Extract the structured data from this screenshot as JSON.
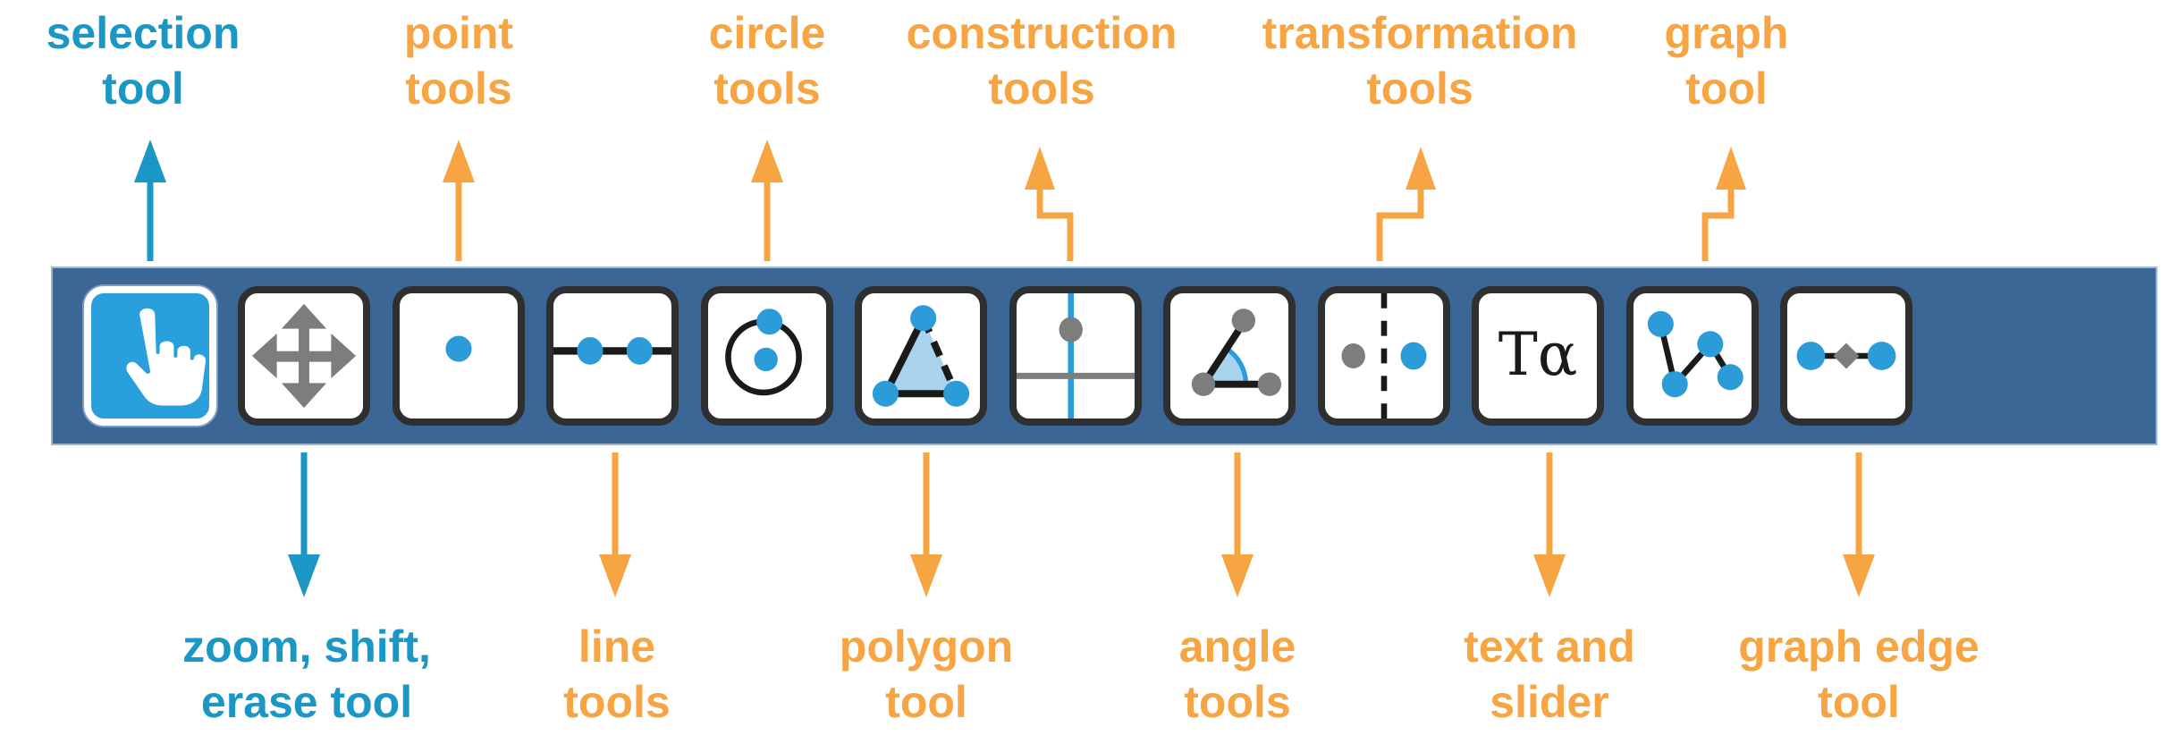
{
  "diagram_title": "toolbar tools annotation",
  "colors": {
    "teal_label": "#1b97c5",
    "orange_label": "#f7a442",
    "toolbar_background": "#3a6795",
    "button_border": "#2f2f2f",
    "selected_button_fill": "#29a0dc",
    "accent_blue": "#2b9cd8",
    "icon_gray": "#7d7d7d",
    "light_blue_fill": "#a9d2ef",
    "icon_black": "#1a1a1a"
  },
  "labels": {
    "top": [
      {
        "id": "selection-tool",
        "lines": [
          "selection",
          "tool"
        ],
        "color": "teal",
        "arrow": "straight-up"
      },
      {
        "id": "point-tools",
        "lines": [
          "point",
          "tools"
        ],
        "color": "orange",
        "arrow": "straight-up"
      },
      {
        "id": "circle-tools",
        "lines": [
          "circle",
          "tools"
        ],
        "color": "orange",
        "arrow": "straight-up"
      },
      {
        "id": "construction-tools",
        "lines": [
          "construction",
          "tools"
        ],
        "color": "orange",
        "arrow": "elbow-left-up"
      },
      {
        "id": "transformation-tools",
        "lines": [
          "transformation",
          "tools"
        ],
        "color": "orange",
        "arrow": "elbow-right-up"
      },
      {
        "id": "graph-tool",
        "lines": [
          "graph",
          "tool"
        ],
        "color": "orange",
        "arrow": "elbow-right-up"
      }
    ],
    "bottom": [
      {
        "id": "zoom-shift-erase-tool",
        "lines": [
          "zoom, shift,",
          "erase tool"
        ],
        "color": "teal",
        "arrow": "straight-down"
      },
      {
        "id": "line-tools",
        "lines": [
          "line",
          "tools"
        ],
        "color": "orange",
        "arrow": "straight-down"
      },
      {
        "id": "polygon-tool",
        "lines": [
          "polygon",
          "tool"
        ],
        "color": "orange",
        "arrow": "straight-down"
      },
      {
        "id": "angle-tools",
        "lines": [
          "angle",
          "tools"
        ],
        "color": "orange",
        "arrow": "straight-down"
      },
      {
        "id": "text-and-slider",
        "lines": [
          "text and",
          "slider"
        ],
        "color": "orange",
        "arrow": "straight-down"
      },
      {
        "id": "graph-edge-tool",
        "lines": [
          "graph edge",
          "tool"
        ],
        "color": "orange",
        "arrow": "straight-down"
      }
    ]
  },
  "toolbar": {
    "buttons": [
      {
        "name": "selection",
        "icon": "hand-pointer-icon",
        "selected": true
      },
      {
        "name": "zoom-shift-erase",
        "icon": "move-cross-icon",
        "selected": false
      },
      {
        "name": "point",
        "icon": "point-icon",
        "selected": false
      },
      {
        "name": "line",
        "icon": "line-through-points-icon",
        "selected": false
      },
      {
        "name": "circle",
        "icon": "circle-with-center-icon",
        "selected": false
      },
      {
        "name": "polygon",
        "icon": "triangle-polygon-icon",
        "selected": false
      },
      {
        "name": "construction",
        "icon": "perpendicular-lines-icon",
        "selected": false
      },
      {
        "name": "angle",
        "icon": "angle-sector-icon",
        "selected": false
      },
      {
        "name": "transformation",
        "icon": "reflection-dashed-line-icon",
        "selected": false
      },
      {
        "name": "text-slider",
        "icon": "text-alpha-icon",
        "glyph": "Tα",
        "selected": false
      },
      {
        "name": "graph",
        "icon": "polyline-graph-icon",
        "selected": false
      },
      {
        "name": "graph-edge",
        "icon": "edge-with-midpoint-icon",
        "selected": false
      }
    ]
  }
}
